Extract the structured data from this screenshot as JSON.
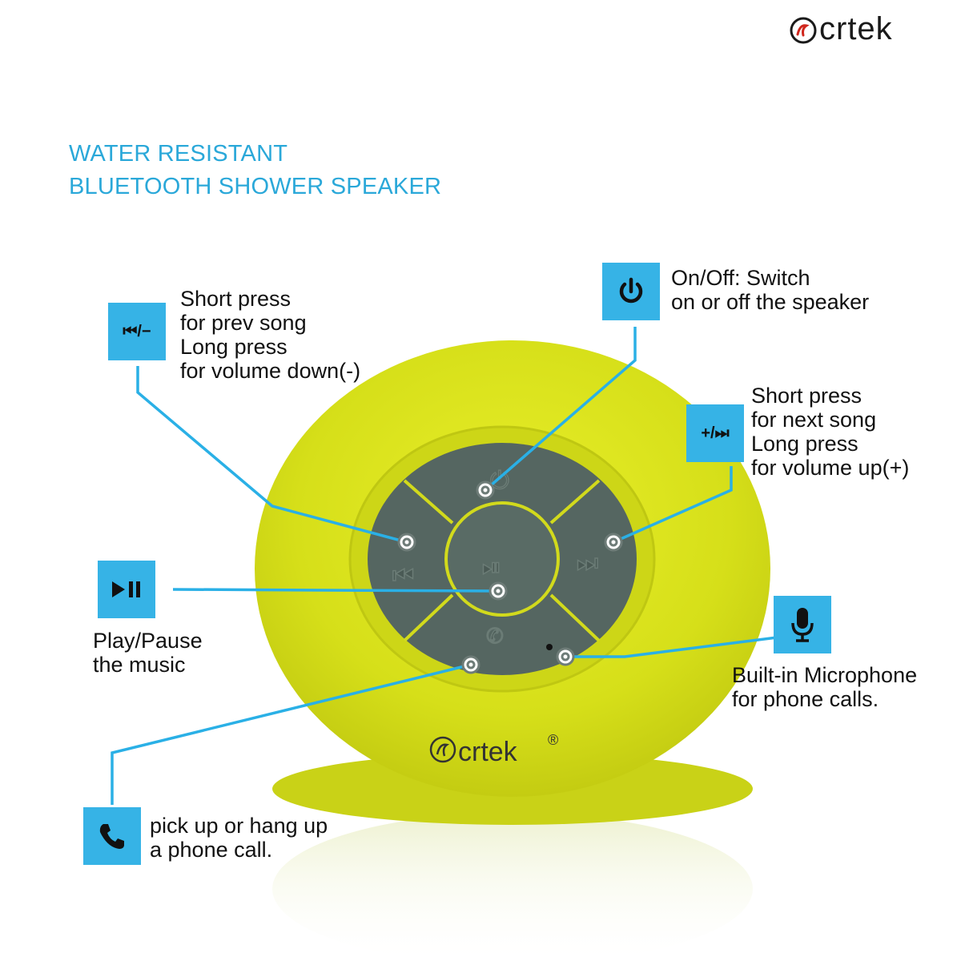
{
  "brand": {
    "name": "crtek"
  },
  "headline": {
    "line1": "WATER RESISTANT",
    "line2": "BLUETOOTH SHOWER SPEAKER"
  },
  "callouts": {
    "prev": {
      "icon_label": "⏮/−",
      "lines": [
        "Short press",
        "for prev song",
        "Long press",
        "for volume down(-)"
      ]
    },
    "power": {
      "lines": [
        "On/Off: Switch",
        "on or off the speaker"
      ]
    },
    "next": {
      "icon_label": "+/⏭",
      "lines": [
        "Short press",
        "for next song",
        "Long press",
        "for volume up(+)"
      ]
    },
    "play": {
      "lines": [
        "Play/Pause",
        "the music"
      ]
    },
    "mic": {
      "lines": [
        "Built-in Microphone",
        "for phone calls."
      ]
    },
    "phone": {
      "lines": [
        "pick up or hang up",
        "a phone call."
      ]
    }
  },
  "speaker": {
    "logo_text": "crtek",
    "registered_mark": "®"
  },
  "colors": {
    "accent": "#36b3e6",
    "headline": "#2aa8d9",
    "speaker_body": "#d8e21a",
    "button_panel": "#556661",
    "leader_line": "#2ab0e6"
  }
}
